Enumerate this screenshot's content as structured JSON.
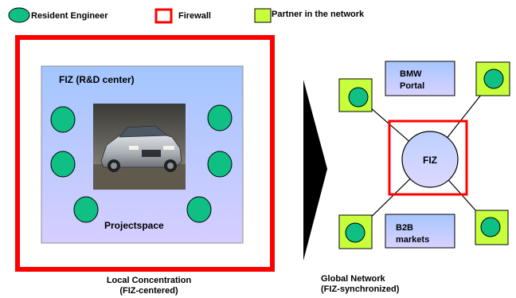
{
  "legend": {
    "resident_engineer": "Resident Engineer",
    "firewall": "Firewall",
    "partner": "Partner in the network"
  },
  "local": {
    "area_title": "FIZ (R&D center)",
    "projectspace": "Projectspace",
    "caption_line1": "Local Concentration",
    "caption_line2": "(FIZ-centered)",
    "photo_subject": "silver SUV driving"
  },
  "global": {
    "hub": "FIZ",
    "portal_line1": "BMW",
    "portal_line2": "Portal",
    "b2b_line1": "B2B",
    "b2b_line2": "markets",
    "caption_line1": "Global Network",
    "caption_line2": "(FIZ-synchronized)"
  },
  "colors": {
    "engineer_fill": "#0fbf84",
    "firewall_red": "#ff0000",
    "partner_fill": "#c8ff3c",
    "panel_blue_top": "#a3c6ff",
    "panel_blue_bottom": "#d1ccff",
    "hub_fill": "#c7d5ff"
  }
}
